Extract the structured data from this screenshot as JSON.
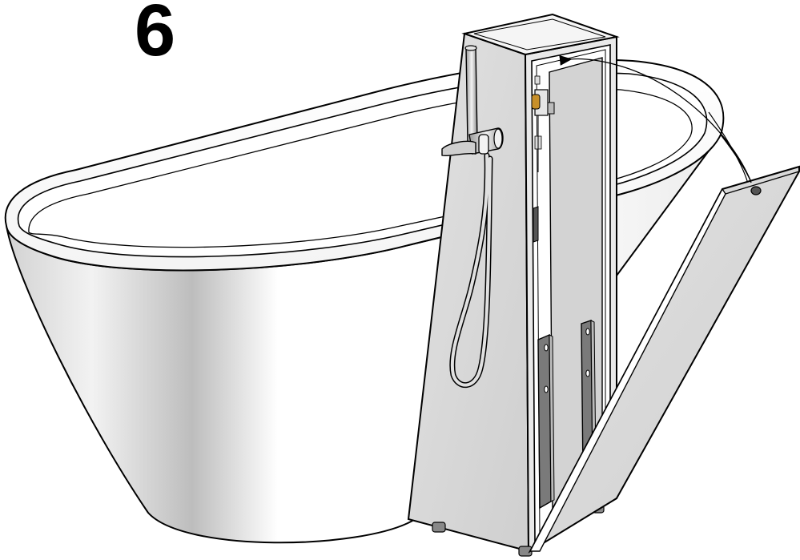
{
  "step": {
    "number": "6"
  },
  "colors": {
    "outline": "#000000",
    "tub_light": "#ffffff",
    "tub_shade": "#c9c9c9",
    "panel": "#d7d7d7",
    "panel_dark": "#7a7a7a",
    "brass": "#c8902a",
    "chrome": "#e6e6e6"
  },
  "parts": {
    "tub": "freestanding-bathtub",
    "column": "faucet-column-enclosure",
    "panel": "removable-front-panel",
    "arrow": "insert-panel-arrow",
    "shower": "hand-shower-with-hose",
    "spout": "bath-spout"
  }
}
